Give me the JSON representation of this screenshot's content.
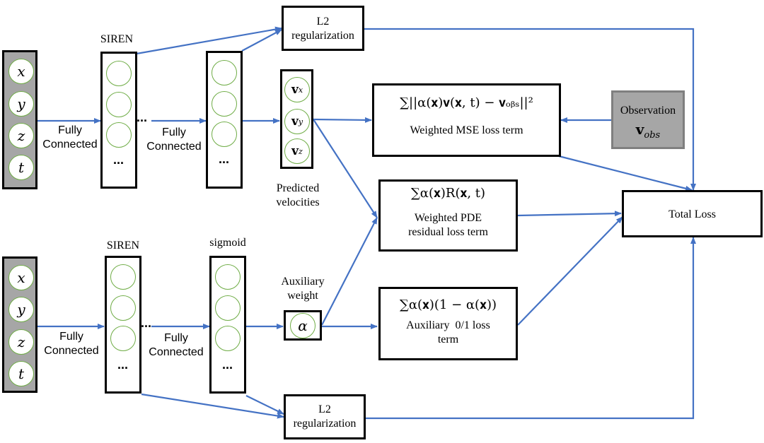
{
  "colors": {
    "arrow": "#4472c4",
    "node_border": "#70ad47",
    "input_fill": "#a6a6a6",
    "obs_fill": "#a6a6a6"
  },
  "top": {
    "inputs": [
      "x",
      "y",
      "z",
      "t"
    ],
    "fc1": [
      "Fully",
      "Connected"
    ],
    "siren": "SIREN",
    "fc2": [
      "Fully",
      "Connected"
    ],
    "ellipsis_col": "...",
    "ellipsis_mid": "...",
    "l2": [
      "L2",
      "regularization"
    ],
    "velocities_label": [
      "Predicted",
      "velocities"
    ],
    "mse_formula": "∑||α(𝐱)𝐯(𝐱, t) − 𝐯ₒᵦₛ||²",
    "mse_label": "Weighted MSE loss term",
    "observation": "Observation",
    "observation_sym": "vobs"
  },
  "middle": {
    "pde_formula": "∑α(𝐱)R(𝐱, t)",
    "pde_label": [
      "Weighted PDE",
      "residual loss term"
    ],
    "total_loss": "Total Loss"
  },
  "bottom": {
    "inputs": [
      "x",
      "y",
      "z",
      "t"
    ],
    "fc1": [
      "Fully",
      "Connected"
    ],
    "siren": "SIREN",
    "fc2": [
      "Fully",
      "Connected"
    ],
    "sigmoid": "sigmoid",
    "ellipsis_col": "...",
    "ellipsis_mid": "...",
    "aux_weight": [
      "Auxiliary",
      "weight"
    ],
    "alpha": "α",
    "aux_formula": "∑α(𝐱)(1 − α(𝐱))",
    "aux_label": [
      "Auxiliary  0/1 loss",
      "term"
    ],
    "l2": [
      "L2",
      "regularization"
    ]
  }
}
